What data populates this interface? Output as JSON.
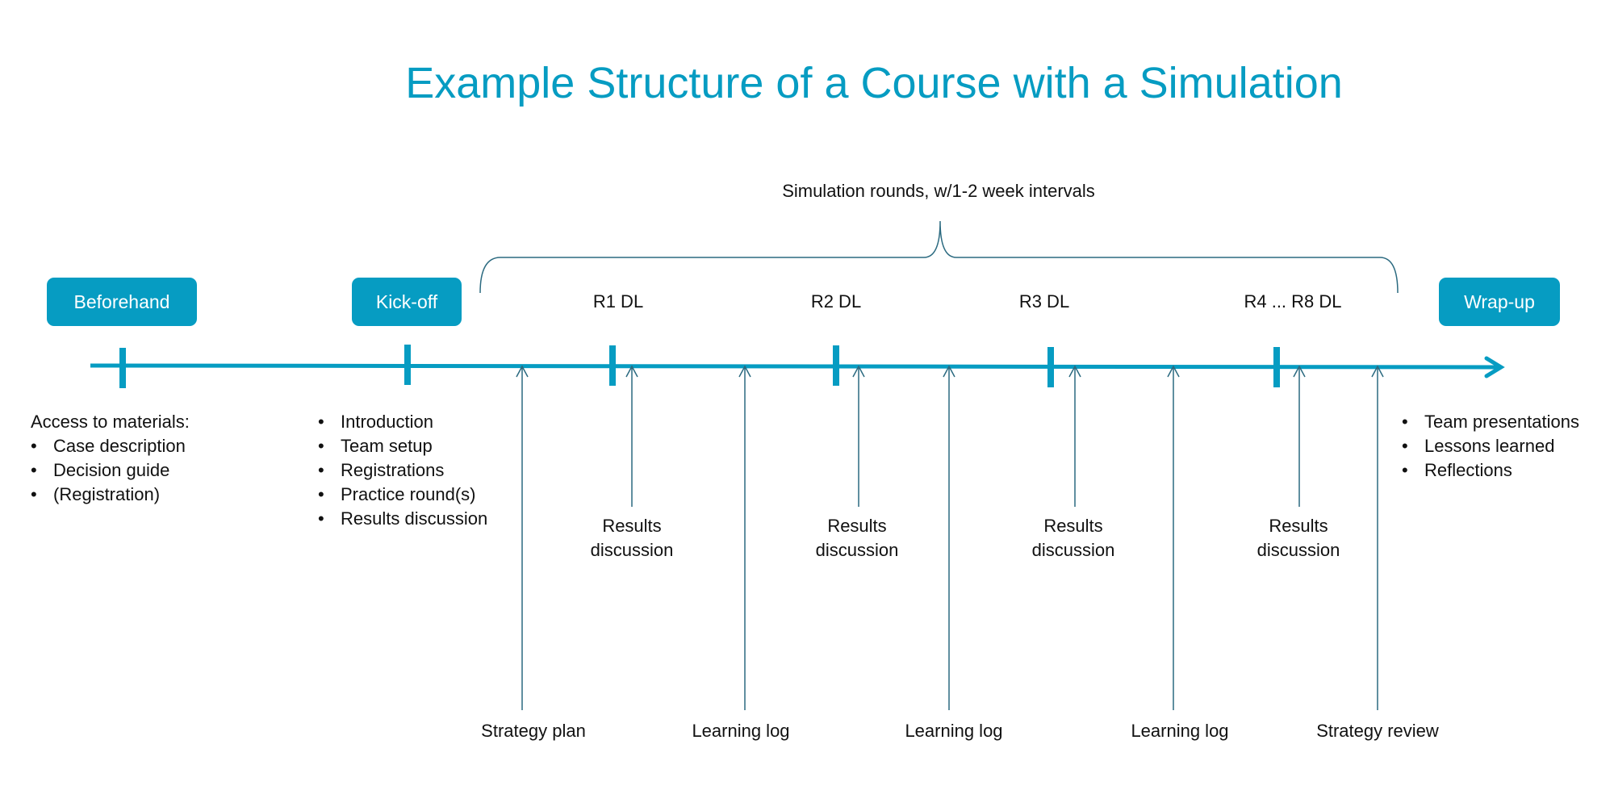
{
  "title": "Example Structure of a Course with a Simulation",
  "brace_label": "Simulation rounds, w/1-2 week intervals",
  "phases": {
    "beforehand": "Beforehand",
    "kickoff": "Kick-off",
    "wrapup": "Wrap-up"
  },
  "rounds": [
    "R1 DL",
    "R2 DL",
    "R3 DL",
    "R4 ... R8 DL"
  ],
  "beforehand_list": {
    "heading": "Access to materials:",
    "items": [
      "Case description",
      "Decision guide",
      "(Registration)"
    ]
  },
  "kickoff_list": [
    "Introduction",
    "Team setup",
    "Registrations",
    "Practice round(s)",
    "Results discussion"
  ],
  "wrapup_list": [
    "Team presentations",
    "Lessons learned",
    "Reflections"
  ],
  "results_label": [
    "Results",
    "discussion"
  ],
  "bottom_labels": [
    "Strategy plan",
    "Learning log",
    "Learning log",
    "Learning log",
    "Strategy review"
  ],
  "colors": {
    "accent": "#069cc2",
    "arrow": "#2b6a80"
  }
}
